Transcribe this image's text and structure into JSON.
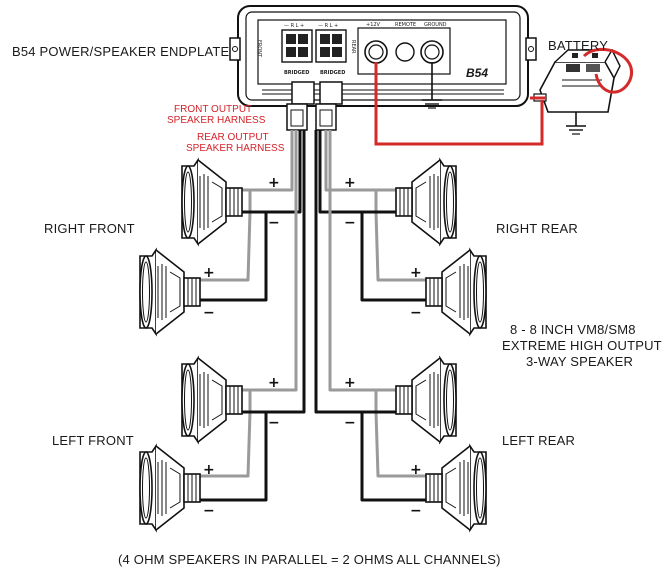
{
  "labels": {
    "endplate": "B54 POWER/SPEAKER ENDPLATE",
    "battery": "BATTERY",
    "front_harness_1": "FRONT OUTPUT",
    "front_harness_2": "SPEAKER HARNESS",
    "rear_harness_1": "REAR OUTPUT",
    "rear_harness_2": "SPEAKER HARNESS",
    "right_front": "RIGHT FRONT",
    "right_rear": "RIGHT REAR",
    "left_front": "LEFT FRONT",
    "left_rear": "LEFT REAR",
    "speaker_desc_1": "8 - 8 INCH VM8/SM8",
    "speaker_desc_2": "EXTREME HIGH OUTPUT",
    "speaker_desc_3": "3-WAY SPEAKER",
    "footer": "(4 OHM SPEAKERS IN PARALLEL = 2 OHMS ALL CHANNELS)"
  },
  "amp": {
    "model": "B54",
    "terminal_12v": "+12V",
    "terminal_remote": "REMOTE",
    "terminal_ground": "GROUND",
    "front_label": "FRONT",
    "rear_label": "REAR",
    "bridged": "BRIDGED",
    "channel_marks": "— R   L +"
  },
  "polarity": {
    "plus": "+",
    "minus": "−"
  },
  "colors": {
    "power_wire": "#d42a2a",
    "positive_wire": "#9a9a9a",
    "negative_wire": "#111111",
    "label_red": "#d4232b"
  }
}
